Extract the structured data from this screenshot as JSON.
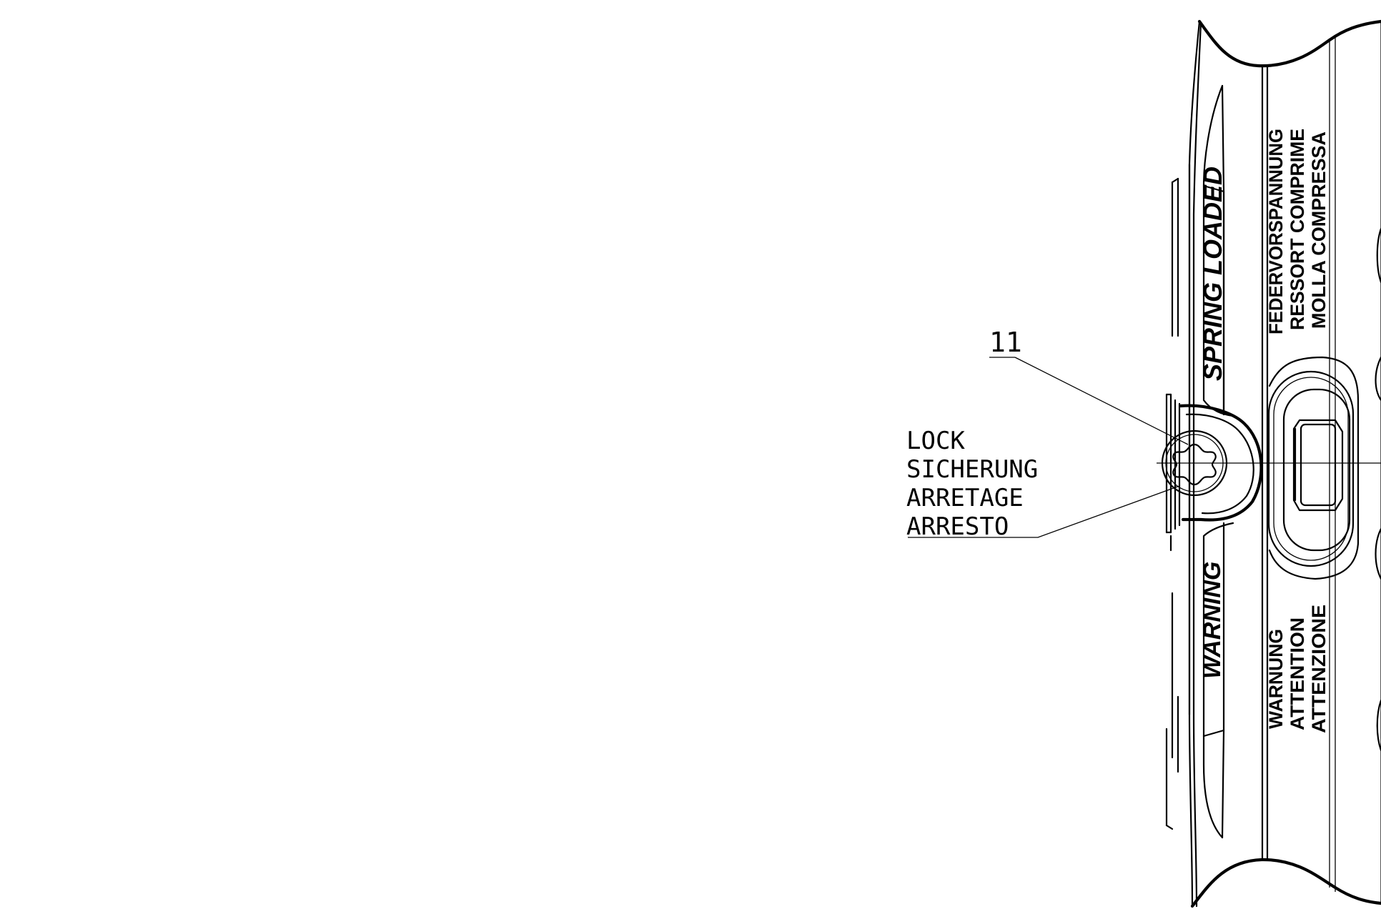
{
  "callouts": {
    "item_number": "11",
    "lock_lines": [
      "LOCK",
      "SICHERUNG",
      "ARRETAGE",
      "ARRESTO"
    ]
  },
  "part_labels": {
    "spring_loaded": "SPRING LOADED",
    "warning": "WARNING",
    "spring_multilang": [
      "FEDERVORSPANNUNG",
      "RESSORT COMPRIME",
      "MOLLA COMPRESSA"
    ],
    "warning_multilang": [
      "WARNUNG",
      "ATTENTION",
      "ATTENZIONE"
    ]
  }
}
